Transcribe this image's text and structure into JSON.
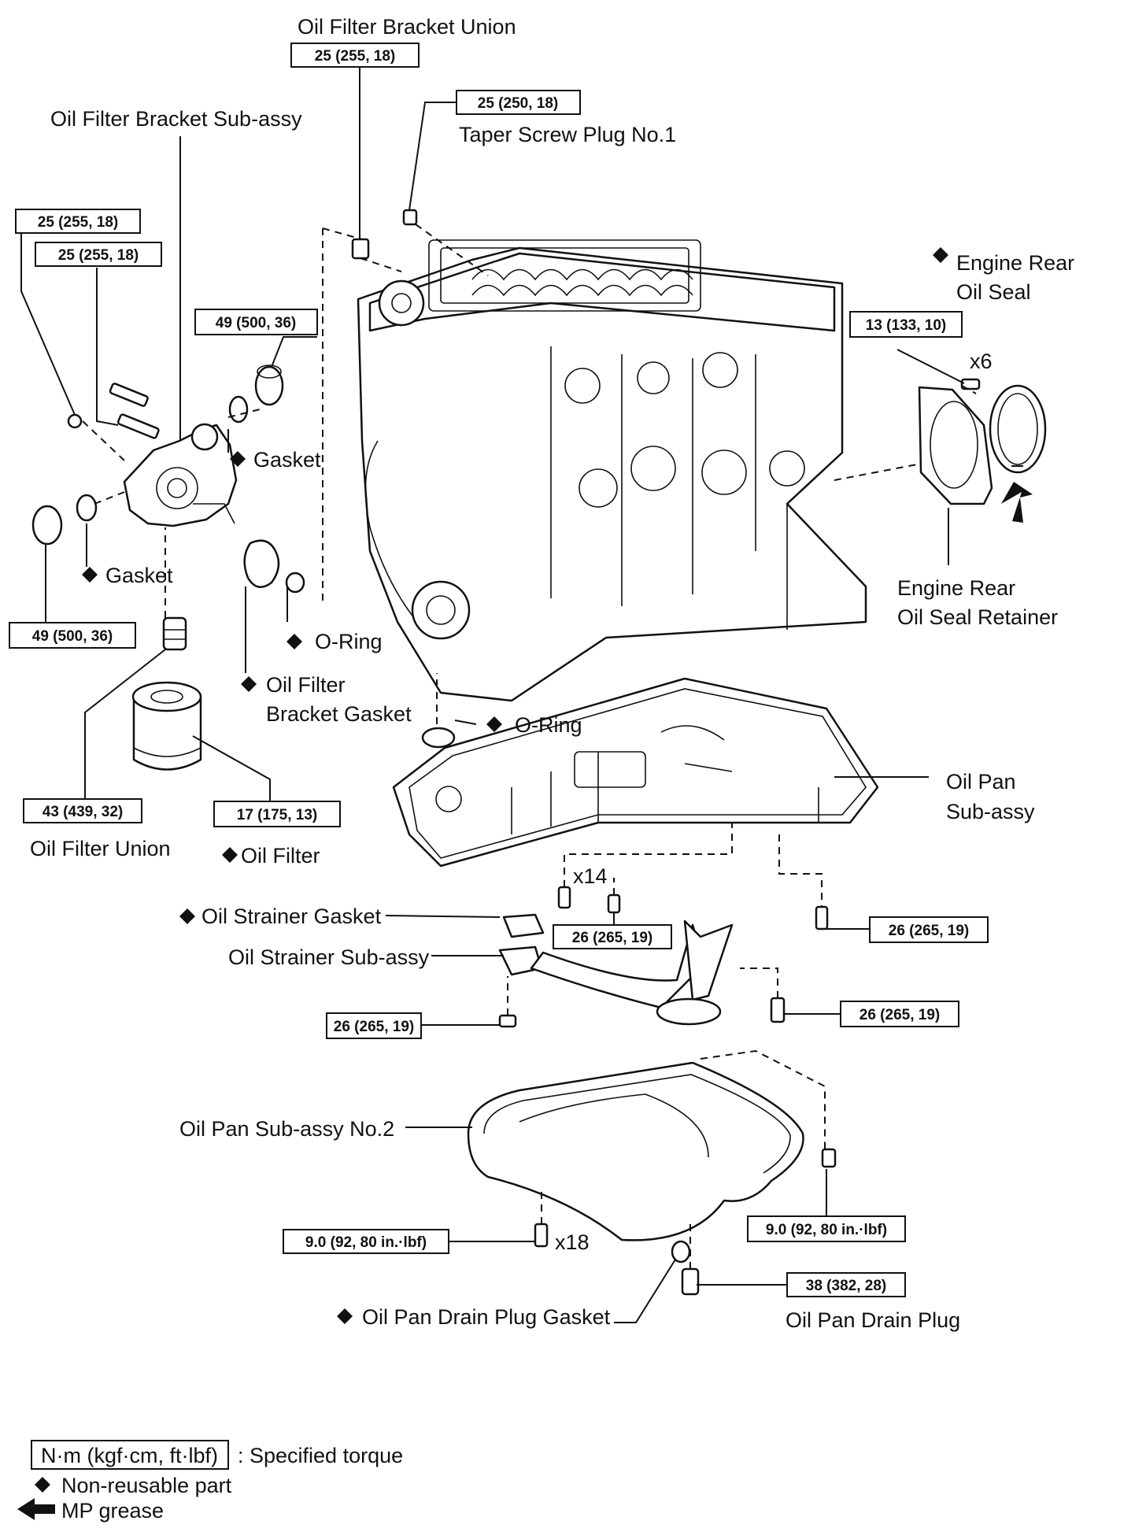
{
  "labels": {
    "oil_filter_bracket_union": "Oil Filter Bracket Union",
    "oil_filter_bracket_sub_assy": "Oil Filter Bracket Sub-assy",
    "taper_screw_plug": "Taper Screw Plug No.1",
    "engine_rear_oil_seal_1": "Engine Rear",
    "engine_rear_oil_seal_2": "Oil Seal",
    "engine_rear_oil_seal_retainer_1": "Engine Rear",
    "engine_rear_oil_seal_retainer_2": "Oil Seal Retainer",
    "gasket_upper": "Gasket",
    "gasket_lower": "Gasket",
    "o_ring_upper": "O-Ring",
    "o_ring_lower": "O-Ring",
    "oil_filter_bracket_gasket_1": "Oil Filter",
    "oil_filter_bracket_gasket_2": "Bracket Gasket",
    "oil_filter_union": "Oil Filter Union",
    "oil_filter": "Oil Filter",
    "oil_pan_sub_assy_1": "Oil Pan",
    "oil_pan_sub_assy_2": "Sub-assy",
    "oil_strainer_gasket": "Oil Strainer Gasket",
    "oil_strainer_sub_assy": "Oil Strainer  Sub-assy",
    "oil_pan_sub_assy_no2": "Oil Pan Sub-assy No.2",
    "oil_pan_drain_plug_gasket": "Oil Pan Drain Plug Gasket",
    "oil_pan_drain_plug": "Oil Pan Drain Plug"
  },
  "torques": {
    "bracket_union": "25 (255, 18)",
    "taper_plug": "25 (250, 18)",
    "bracket_bolt_a": "25 (255, 18)",
    "bracket_bolt_b": "25 (255, 18)",
    "plug_upper": "49 (500, 36)",
    "seal_retainer_bolt": "13 (133, 10)",
    "plug_lower": "49 (500, 36)",
    "filter_union": "43 (439, 32)",
    "oil_filter": "17 (175, 13)",
    "pan_bolt_center": "26 (265, 19)",
    "pan_bolt_right": "26 (265, 19)",
    "strainer_nut": "26 (265, 19)",
    "strainer_bolt": "26 (265, 19)",
    "pan2_bolt_left": "9.0 (92, 80 in.·lbf)",
    "pan2_bolt_right": "9.0 (92, 80 in.·lbf)",
    "drain_plug": "38 (382, 28)"
  },
  "counts": {
    "retainer_bolts": "x6",
    "pan_bolts": "x14",
    "pan2_bolts": "x18"
  },
  "legend": {
    "unit_box": "N·m (kgf·cm, ft·lbf)",
    "unit_text": ": Specified torque",
    "non_reusable": "Non-reusable part",
    "mp_grease": "MP grease"
  }
}
